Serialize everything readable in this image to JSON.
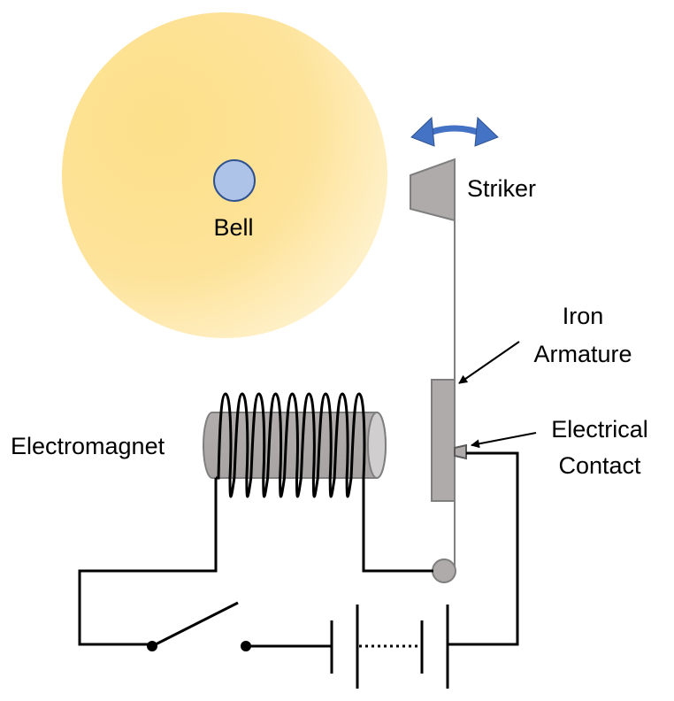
{
  "diagram": {
    "title": "Electric bell circuit",
    "labels": {
      "bell": "Bell",
      "striker": "Striker",
      "iron_armature_line1": "Iron",
      "iron_armature_line2": "Armature",
      "electrical_contact_line1": "Electrical",
      "electrical_contact_line2": "Contact",
      "electromagnet": "Electromagnet"
    },
    "components": [
      "bell",
      "striker",
      "iron-armature",
      "electrical-contact",
      "electromagnet",
      "switch",
      "battery",
      "pivot"
    ],
    "switch_state": "open",
    "coil_turns": 9,
    "colors": {
      "bell_fill": "#fde08a",
      "bell_center": "#a9c0e6",
      "bell_center_stroke": "#2f528f",
      "metal_gray": "#afabab",
      "metal_stroke": "#7f7f7f",
      "arrow_blue": "#4472c4",
      "wire": "#000000"
    }
  }
}
